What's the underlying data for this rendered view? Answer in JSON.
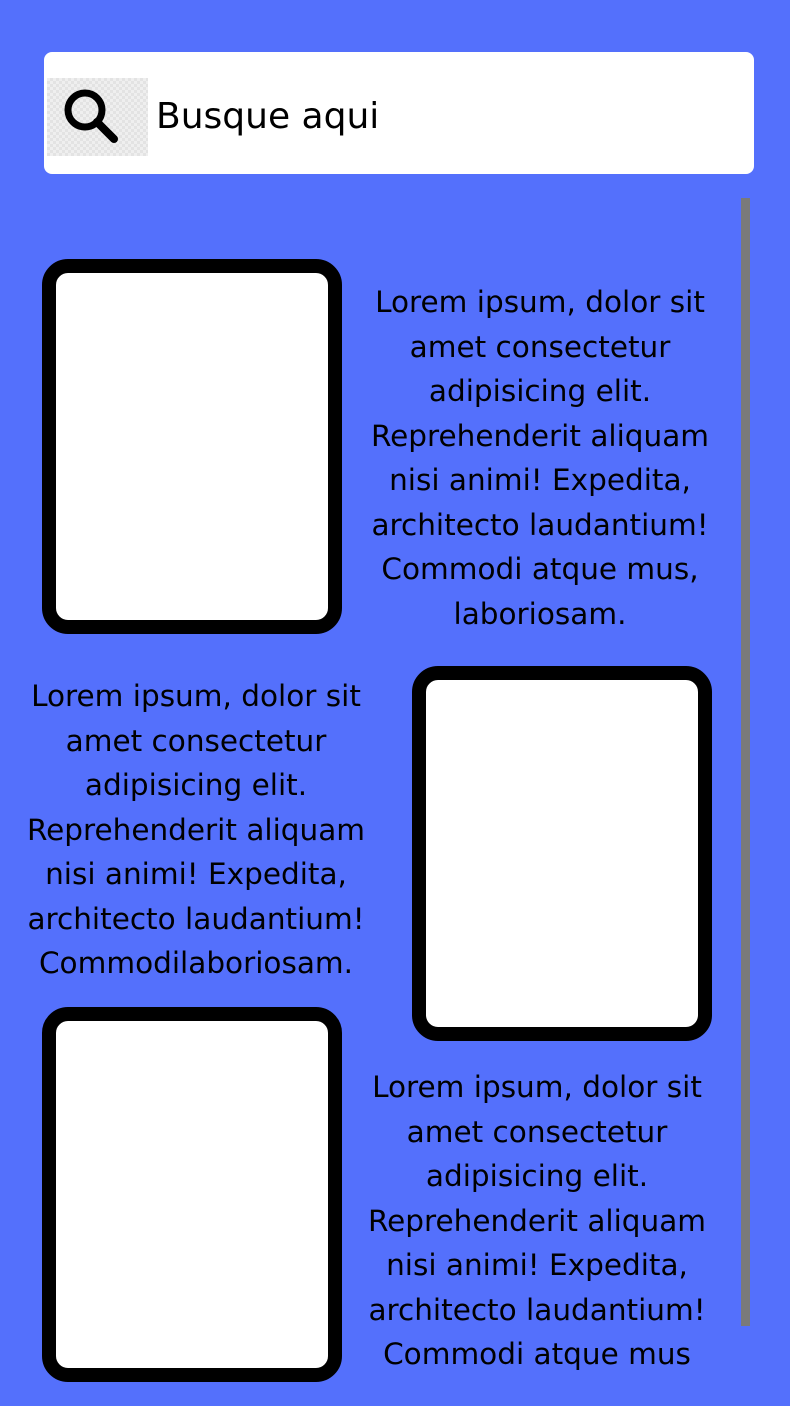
{
  "search": {
    "placeholder": "Busque aqui"
  },
  "cards": [
    {
      "text": "Lorem ipsum, dolor sit amet consectetur adipisicing elit. Reprehenderit aliquam nisi animi! Expedita, architecto laudantium! Commodi atque mus, laboriosam."
    },
    {
      "text": "Lorem ipsum, dolor sit amet consectetur adipisicing elit. Reprehenderit aliquam nisi animi! Expedita, architecto laudantium! Commodilaboriosam."
    },
    {
      "text": "Lorem ipsum, dolor sit amet consectetur adipisicing elit. Reprehenderit aliquam nisi animi! Expedita, architecto laudantium! Commodi atque mus"
    }
  ],
  "colors": {
    "background": "#5470fc",
    "scrollbar": "#7a7a7a",
    "card_border": "#000000"
  },
  "icons": {
    "search": "search-icon"
  }
}
